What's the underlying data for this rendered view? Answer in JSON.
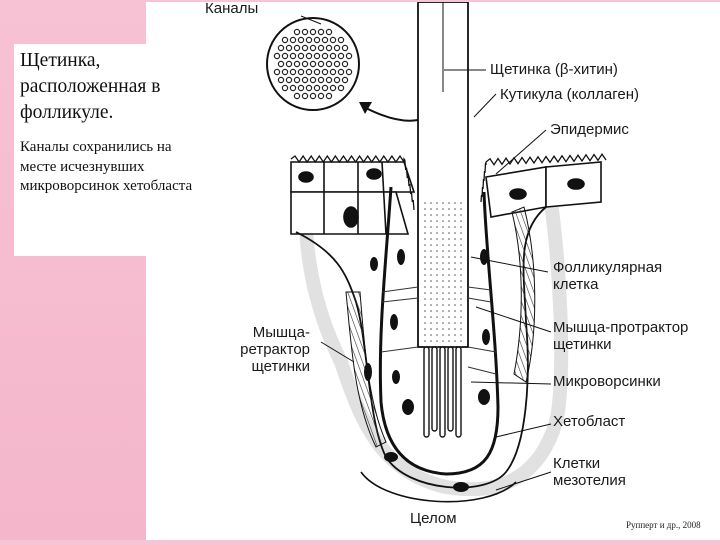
{
  "slide": {
    "colors": {
      "background": "#f7c4d6",
      "figure": "#ffffff",
      "ink": "#1a1a1a"
    }
  },
  "textbox": {
    "title": "Щетинка, расположенная в фолликуле.",
    "body": "Каналы сохранились на месте исчезнувших микроворсинок хетобласта"
  },
  "labels": {
    "kanaly": "Каналы",
    "shchetinka": "Щетинка (β-хитин)",
    "kutikula": "Кутикула (коллаген)",
    "epidermis": "Эпидермис",
    "follicular_1": "Фолликулярная",
    "follicular_2": "клетка",
    "retractor_1": "Мышца-",
    "retractor_2": "ретрактор",
    "retractor_3": "щетинки",
    "protractor_1": "Мышца-протрактор",
    "protractor_2": "щетинки",
    "microvilli": "Микроворсинки",
    "chaetoblast": "Хетобласт",
    "mesothelium_1": "Клетки",
    "mesothelium_2": "мезотелия",
    "coelom": "Целом"
  },
  "credit": "Рупперт и др., 2008"
}
